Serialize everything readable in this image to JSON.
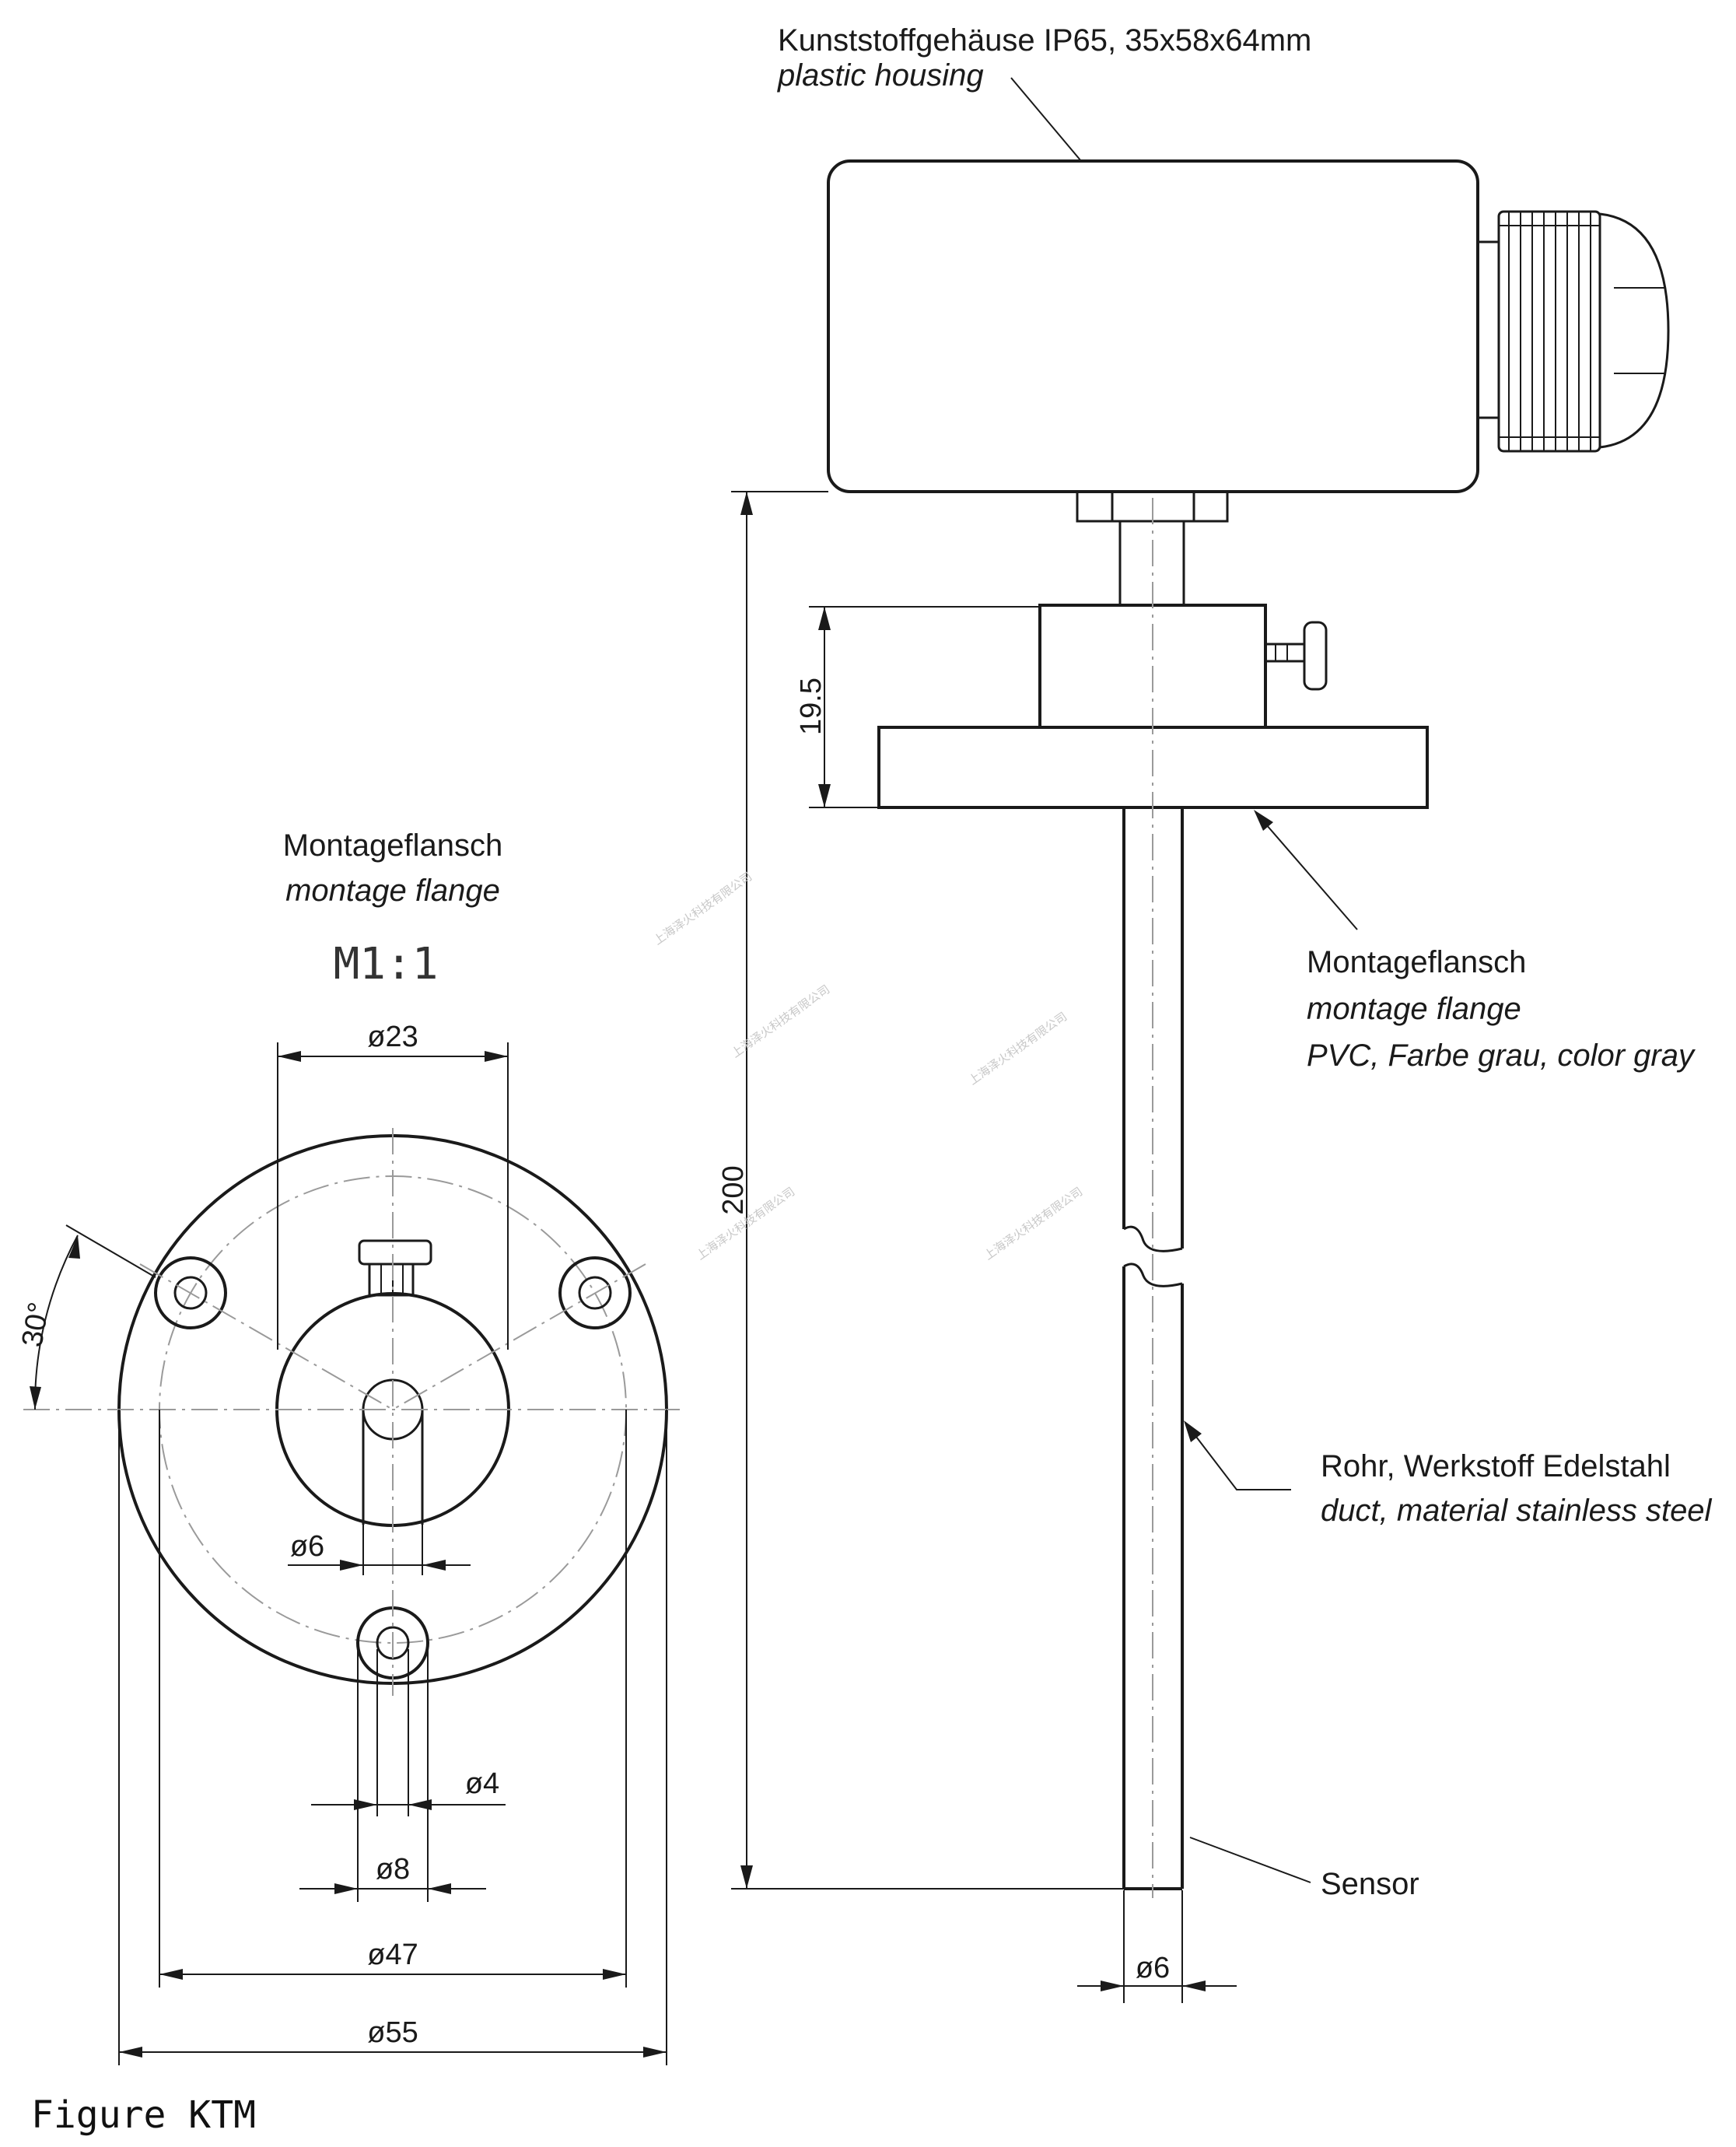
{
  "caption": "Figure KTM",
  "housing": {
    "label_de": "Kunststoffgehäuse IP65, 35x58x64mm",
    "label_en": "plastic housing"
  },
  "flange_view": {
    "title_de": "Montageflansch",
    "title_en": "montage flange",
    "scale": "M1:1",
    "dims": {
      "d23": "ø23",
      "angle": "30°",
      "d6": "ø6",
      "d4": "ø4",
      "d8": "ø8",
      "d47": "ø47",
      "d55": "ø55"
    }
  },
  "side_view": {
    "flange_label": {
      "de": "Montageflansch",
      "en": "montage flange",
      "material": "PVC, Farbe grau, color gray"
    },
    "tube_label": {
      "de": "Rohr, Werkstoff Edelstahl",
      "en": "duct, material stainless steel"
    },
    "sensor_label": "Sensor",
    "dims": {
      "h19_5": "19.5",
      "l200": "200",
      "d6": "ø6"
    }
  },
  "watermark": "上海泽火科技有限公司"
}
